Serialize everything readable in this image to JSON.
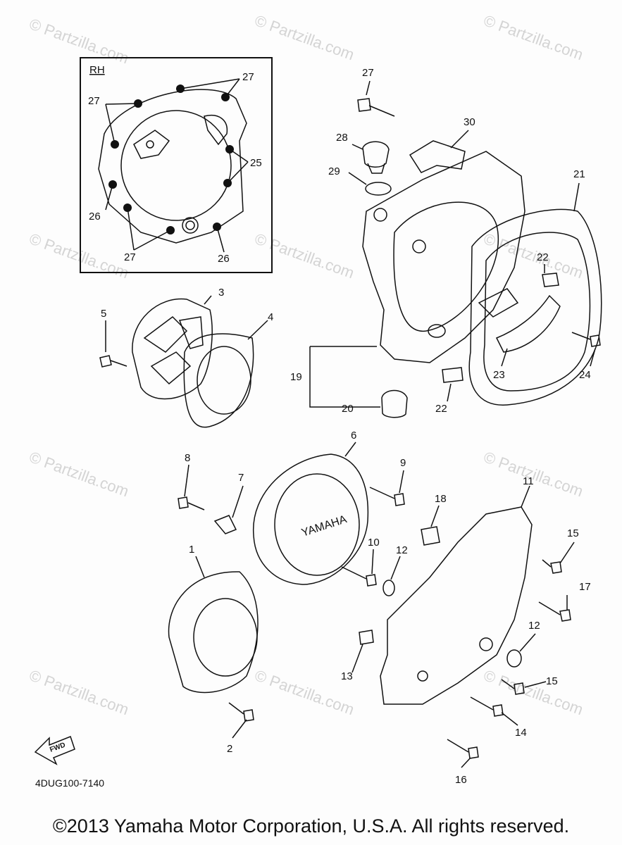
{
  "inset_label": "RH",
  "drawing_code": "4DUG100-7140",
  "copyright": "©2013 Yamaha Motor Corporation, U.S.A. All rights reserved.",
  "fwd_label": "FWD",
  "brand_text": "YAMAHA",
  "watermark": "© Partzilla.com",
  "callouts": {
    "c1": "1",
    "c2": "2",
    "c3": "3",
    "c4": "4",
    "c5": "5",
    "c6": "6",
    "c7": "7",
    "c8": "8",
    "c9": "9",
    "c10": "10",
    "c11": "11",
    "c12a": "12",
    "c12b": "12",
    "c13": "13",
    "c14": "14",
    "c15a": "15",
    "c15b": "15",
    "c16": "16",
    "c17": "17",
    "c18": "18",
    "c19": "19",
    "c20": "20",
    "c21": "21",
    "c22a": "22",
    "c22b": "22",
    "c23": "23",
    "c24": "24",
    "c27": "27",
    "c28": "28",
    "c29": "29",
    "c30": "30",
    "rh27a": "27",
    "rh27b": "27",
    "rh27c": "27",
    "rh25": "25",
    "rh26a": "26",
    "rh26b": "26"
  }
}
